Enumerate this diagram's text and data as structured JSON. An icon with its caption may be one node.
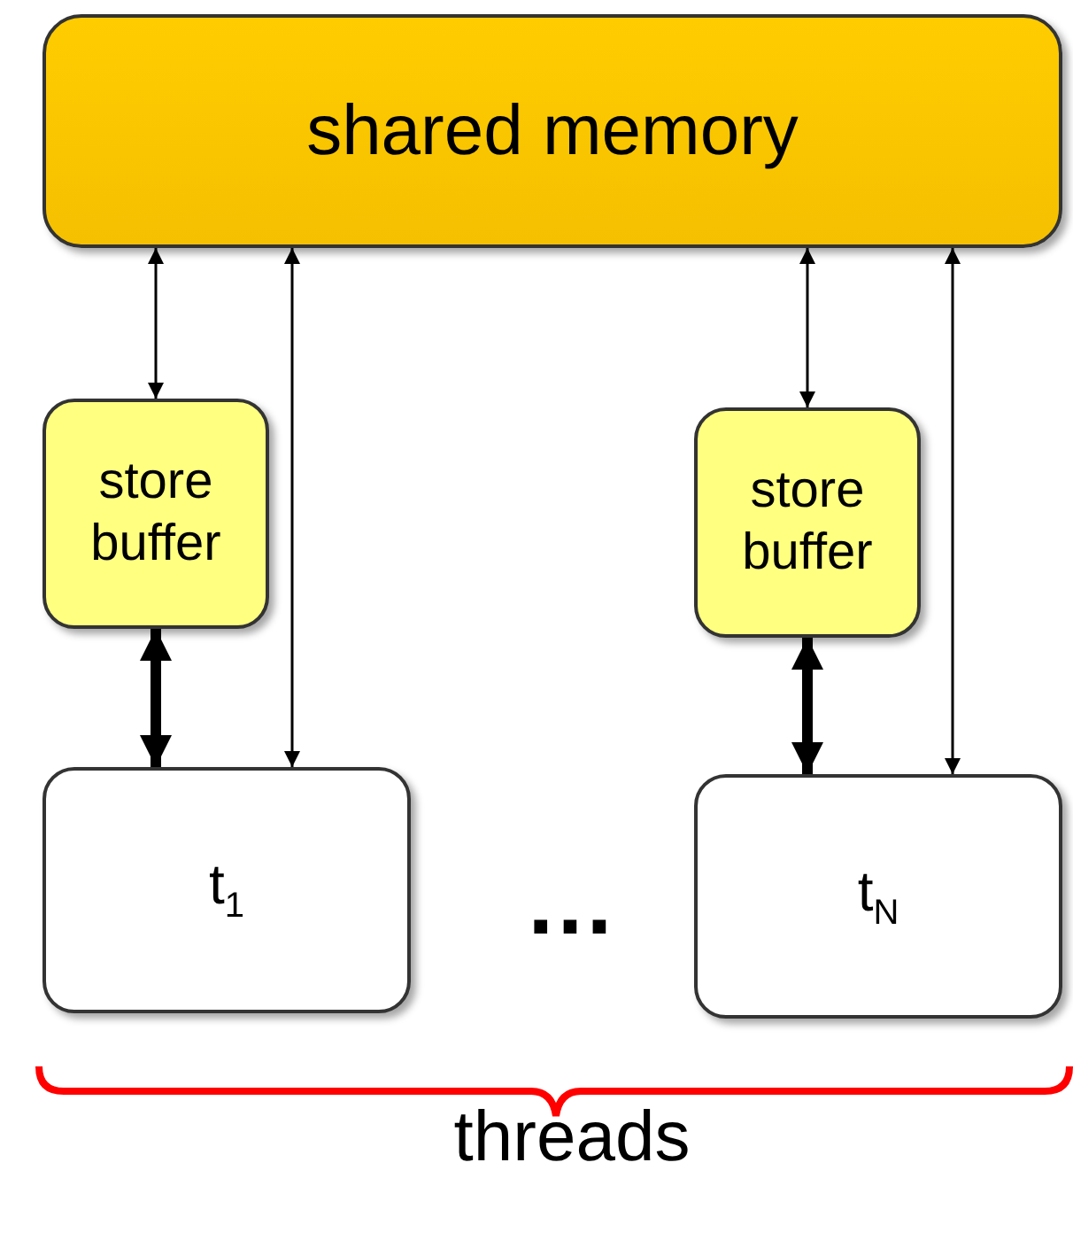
{
  "diagram": {
    "nodes": [
      {
        "text": [
          "shared memory"
        ]
      },
      {
        "text": [
          "store buffer"
        ]
      },
      {
        "text": [
          "store buffer"
        ]
      },
      {
        "text": [
          "t$_{1}$"
        ]
      },
      {
        "text": [
          "t$_{N}$"
        ]
      }
    ],
    "edges": [
      {
        "from": 1,
        "to": 0,
        "arrow": "both"
      },
      {
        "from": 3,
        "to": 0,
        "arrow": "both"
      },
      {
        "from": 1,
        "to": 3,
        "arrow": "both",
        "style": "thick"
      },
      {
        "from": 2,
        "to": 0,
        "arrow": "both"
      },
      {
        "from": 4,
        "to": 0,
        "arrow": "both"
      },
      {
        "from": 2,
        "to": 4,
        "arrow": "both",
        "style": "thick"
      }
    ],
    "labels": [
      "…",
      "threads"
    ]
  }
}
